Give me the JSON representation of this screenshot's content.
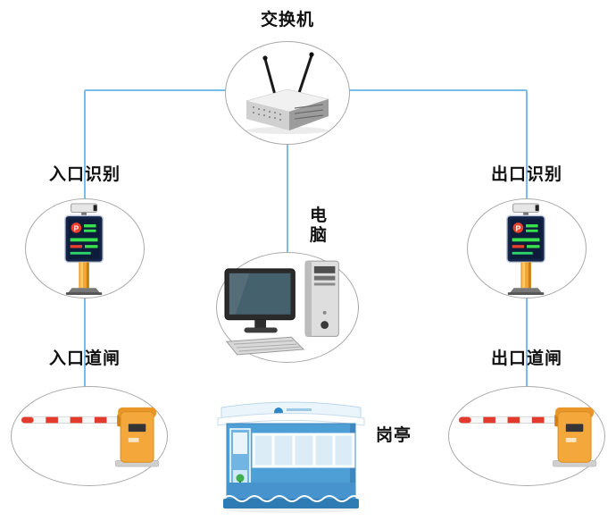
{
  "diagram": {
    "type": "network-topology",
    "subject": "parking-management-system",
    "colors": {
      "background": "#ffffff",
      "connector_line": "#7abde8",
      "ellipse_border": "#a9a9a9",
      "label_text": "#111111",
      "barrier_cabinet_orange": "#f4a73a",
      "barrier_arm_red": "#e23b2e",
      "lpr_panel_navy": "#132448",
      "lpr_led_green": "#39e14f",
      "lpr_badge_red": "#e8402c",
      "lpr_pole_orange": "#f2a636",
      "booth_blue": "#4f9fd7"
    },
    "nodes": {
      "switch": {
        "label": "交换机",
        "icon": "network-switch-icon"
      },
      "entrance_recognition": {
        "label": "入口识别",
        "icon": "license-plate-camera-icon"
      },
      "exit_recognition": {
        "label": "出口识别",
        "icon": "license-plate-camera-icon"
      },
      "computer": {
        "label": "电脑",
        "icon": "desktop-computer-icon"
      },
      "entrance_barrier": {
        "label": "入口道闸",
        "icon": "barrier-gate-icon"
      },
      "exit_barrier": {
        "label": "出口道闸",
        "icon": "barrier-gate-icon"
      },
      "guard_booth": {
        "label": "岗亭",
        "icon": "guard-booth-icon"
      }
    },
    "edges": [
      {
        "from": "交换机",
        "to": "入口识别"
      },
      {
        "from": "交换机",
        "to": "出口识别"
      },
      {
        "from": "交换机",
        "to": "电脑"
      },
      {
        "from": "入口识别",
        "to": "入口道闸"
      },
      {
        "from": "出口识别",
        "to": "出口道闸"
      }
    ]
  }
}
